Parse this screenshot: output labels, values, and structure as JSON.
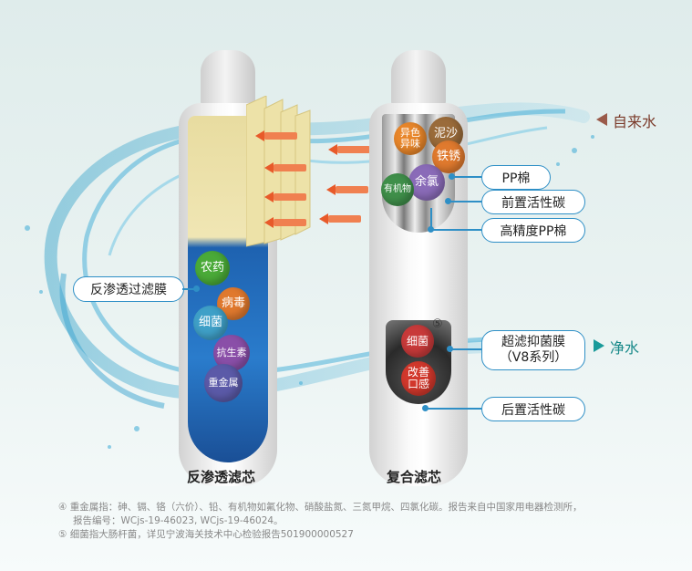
{
  "labels": {
    "tap_water": "自来水",
    "pure_water": "净水",
    "ro_membrane": "反渗透过滤膜",
    "pp_cotton": "PP棉",
    "pre_carbon": "前置活性碳",
    "hd_pp_cotton": "高精度PP棉",
    "uf_membrane_line1": "超滤抑菌膜",
    "uf_membrane_line2": "（V8系列）",
    "post_carbon": "后置活性碳"
  },
  "captions": {
    "ro_cartridge": "反渗透滤芯",
    "composite_cartridge": "复合滤芯"
  },
  "ro_contaminants": [
    {
      "text": "农药",
      "color": "#4aaa38"
    },
    {
      "text": "病毒",
      "color": "#e0792e"
    },
    {
      "text": "细菌",
      "color": "#3fa0c8"
    },
    {
      "text": "抗生素",
      "color": "#8a4fa8"
    },
    {
      "text": "重金属",
      "color": "#5b5aa8"
    }
  ],
  "composite_contaminants": [
    {
      "text": "异色\n异味",
      "color": "#e8862a"
    },
    {
      "text": "泥沙",
      "color": "#9a6b3a"
    },
    {
      "text": "铁锈",
      "color": "#e07a2e"
    },
    {
      "text": "余氯",
      "color": "#8a6bb8"
    },
    {
      "text": "有机物",
      "color": "#3f8f4a"
    }
  ],
  "lower_contaminants": [
    {
      "text": "细菌",
      "color": "#c83a3a"
    },
    {
      "text": "改善\n口感",
      "color": "#d2382c"
    }
  ],
  "circle_mark": "⑤",
  "notes": {
    "line1": "④ 重金属指：砷、镉、铬（六价）、铅、有机物如氟化物、硝酸盐氮、三氮甲烷、四氯化碳。报告来自中国家用电器检测所，",
    "line2": "报告编号：WCjs-19-46023, WCjs-19-46024。",
    "line3": "⑤ 细菌指大肠杆菌，详见宁波海关技术中心检验报告501900000527"
  },
  "colors": {
    "accent": "#2e8fc6",
    "arrow": "#e85a2a",
    "water": "#4ab0d8"
  },
  "icons": {
    "tap_arrow": "triangle-left-icon",
    "pure_arrow": "triangle-right-icon"
  }
}
